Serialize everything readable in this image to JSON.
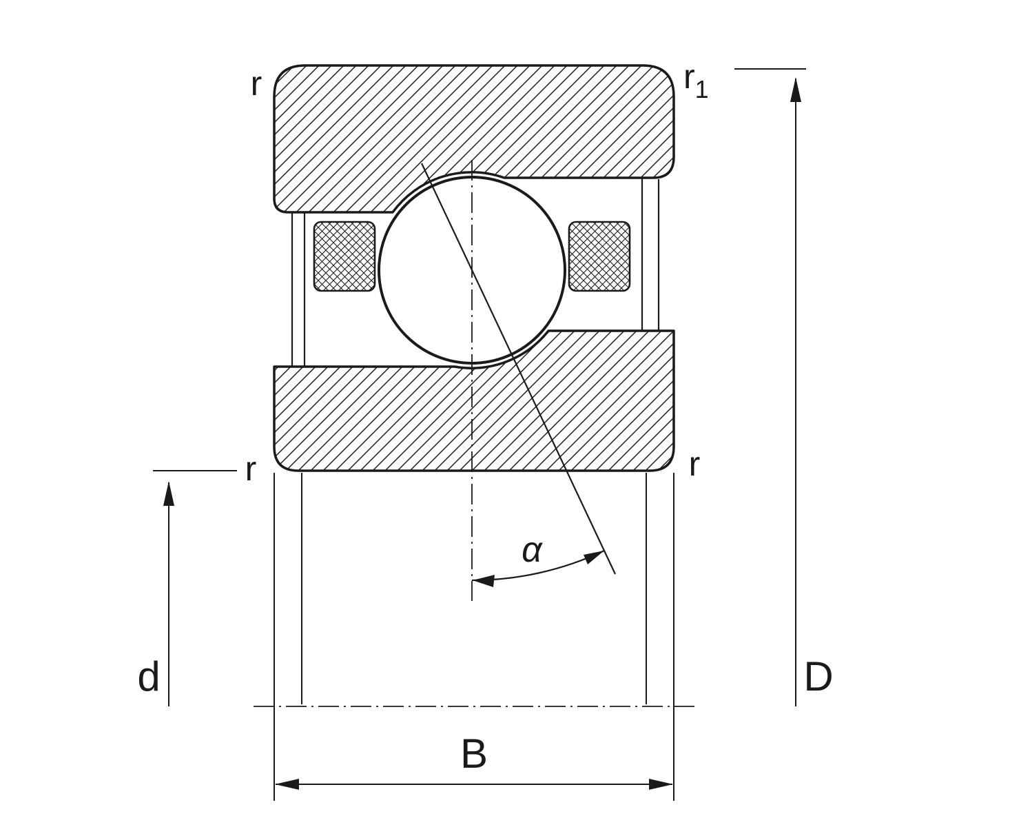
{
  "diagram": {
    "labels": {
      "radius_top_left": "r",
      "radius_top_right_base": "r",
      "radius_top_right_sub": "1",
      "radius_left": "r",
      "radius_right": "r",
      "bore_diameter": "d",
      "outer_diameter": "D",
      "width": "B",
      "contact_angle": "α"
    },
    "colors": {
      "line": "#1a1a1a",
      "background": "#ffffff"
    }
  }
}
